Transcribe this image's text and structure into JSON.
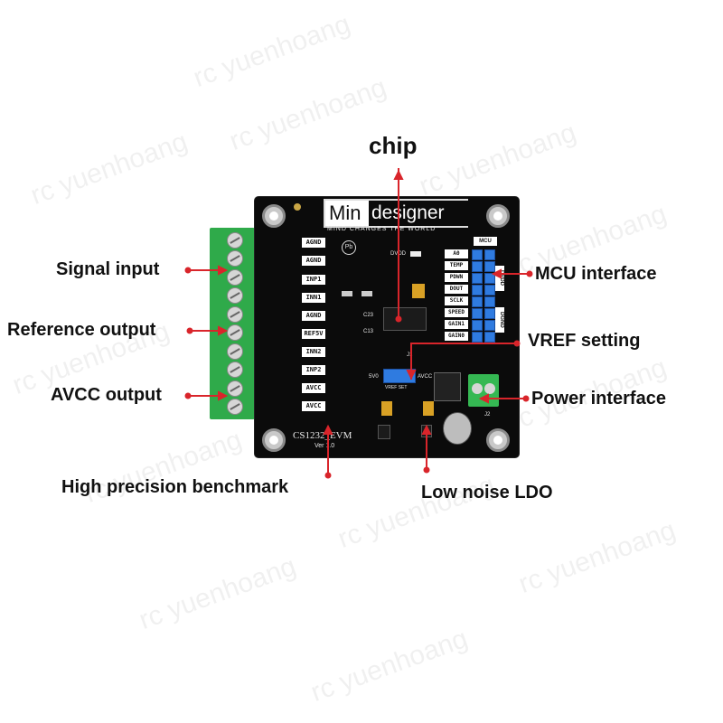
{
  "watermark": "rc yuenhoang",
  "callouts": {
    "chip": "chip",
    "signal_input": "Signal input",
    "reference_output": "Reference output",
    "avcc_output": "AVCC output",
    "mcu_interface": "MCU interface",
    "vref_setting": "VREF setting",
    "power_interface": "Power interface",
    "high_precision_benchmark": "High precision benchmark",
    "low_noise_ldo": "Low noise LDO"
  },
  "board": {
    "brand_left": "Min",
    "brand_right": "designer",
    "slogan": "MIND CHANGES THE WORLD",
    "model": "CS1232_EVM",
    "version": "Ver 1.0",
    "dvdd_led": "DVDD",
    "c23": "C23",
    "c13": "C13",
    "j1": "J1",
    "v5": "5V0",
    "avcc_jumper": "AVCC",
    "vref_set": "VREF SET",
    "mcu_header": "MCU",
    "dvdd_side": "DVDD",
    "dgnd_side": "DGND",
    "j2": "J2",
    "terminal_labels": [
      "AGND",
      "AGND",
      "INP1",
      "INN1",
      "AGND",
      "REF5V",
      "INN2",
      "INP2",
      "AVCC",
      "AVCC"
    ],
    "mcu_pins": [
      "A0",
      "TEMP",
      "PDWN",
      "DOUT",
      "SCLK",
      "SPEED",
      "GAIN1",
      "GAIN0"
    ]
  },
  "colors": {
    "arrow": "#d9252b",
    "board": "#0b0b0b",
    "terminal": "#35b853",
    "header": "#2f7be0"
  }
}
